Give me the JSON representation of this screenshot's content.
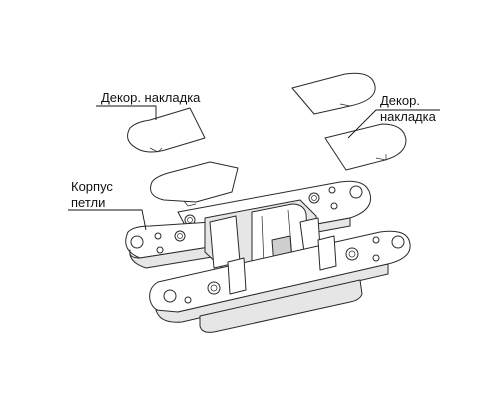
{
  "labels": {
    "decor_left": "Декор. накладка",
    "decor_right_line1": "Декор.",
    "decor_right_line2": "накладка",
    "body_line1": "Корпус",
    "body_line2": "петли"
  }
}
